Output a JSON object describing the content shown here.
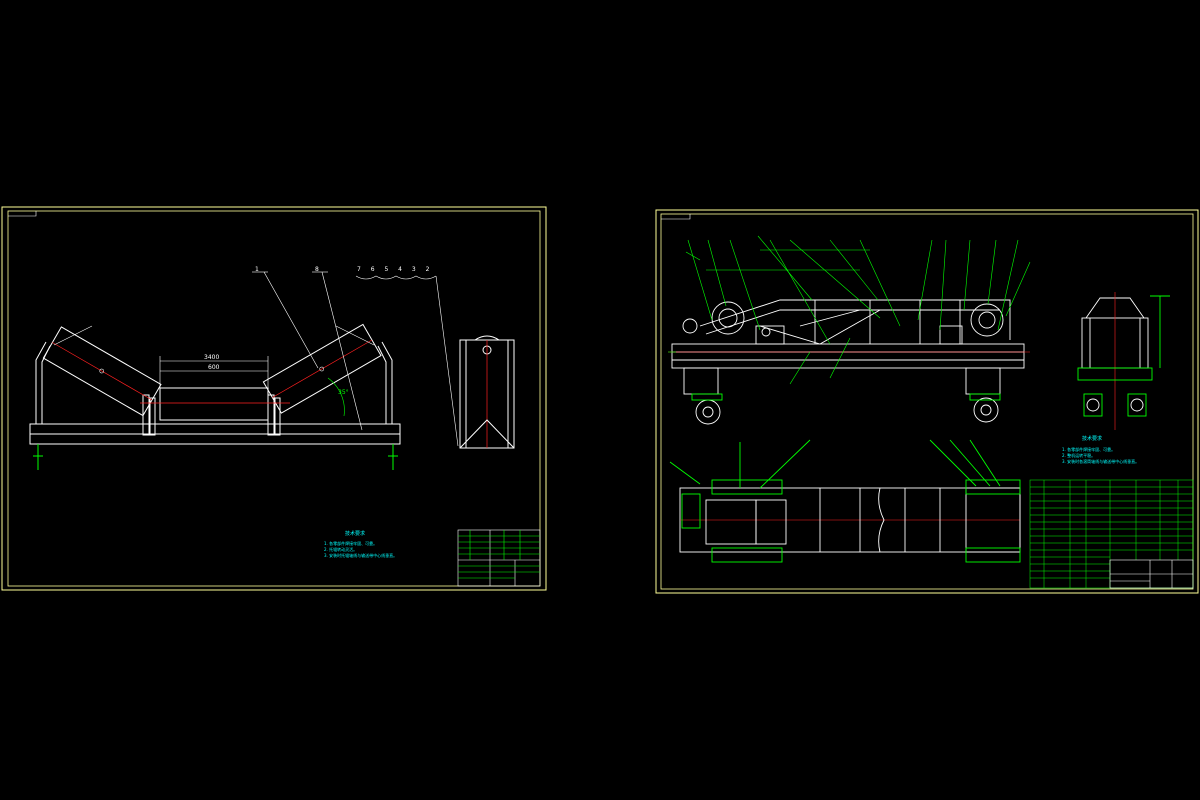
{
  "sheet1": {
    "dimension_width": "3400",
    "dimension_inner": "600",
    "angle": "35°",
    "balloon_left": "1",
    "balloon_mid": "8",
    "balloon_group": "7 6 5 4 3 2",
    "notes_title": "技术要求",
    "notes": [
      "1. 各零部件焊接牢固、可靠。",
      "2. 托辊转动灵活。",
      "3. 安装时托辊轴线与输送带中心线垂直。"
    ]
  },
  "sheet2": {
    "notes_title": "技术要求",
    "notes": [
      "1. 各零部件焊接牢固、可靠。",
      "2. 整机运转平稳。",
      "3. 安装时各滚筒轴线与输送带中心线垂直。"
    ]
  },
  "colors": {
    "frame": "#ffff99",
    "outline": "#ffffff",
    "leader": "#00ff00",
    "centerline": "#ff2020",
    "text": "#00ffff",
    "background": "#000000"
  }
}
